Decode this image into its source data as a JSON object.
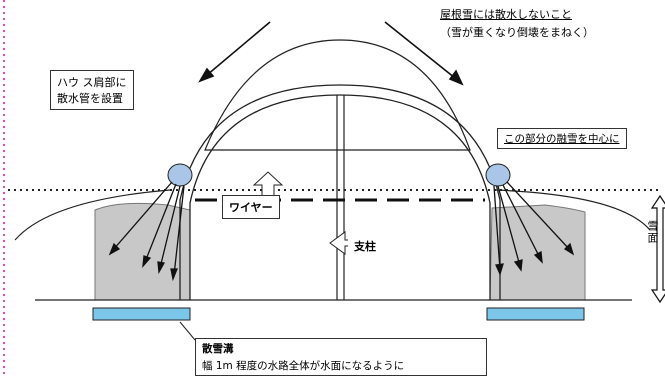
{
  "diagram": {
    "roof_note": {
      "line1": "屋根雪には散水しないこと",
      "line2": "（雪が重くなり倒壊をまねく）"
    },
    "house_label": {
      "line1": "ハウ ス肩部に",
      "line2": "散水管を設置"
    },
    "focus_label": "この部分の融雪を中心に",
    "wire_label": "ワイヤー",
    "pillar_label": "支柱",
    "ditch_label": {
      "title": "散雪溝",
      "body": "幅 1m 程度の水路全体が水面になるように"
    },
    "side_label": "雪面",
    "colors": {
      "snow_fill": "#c8c8c8",
      "pipe_fill": "#a9c6e8",
      "ditch_fill": "#7cc6ea",
      "left_border": "#e24aa4"
    }
  }
}
